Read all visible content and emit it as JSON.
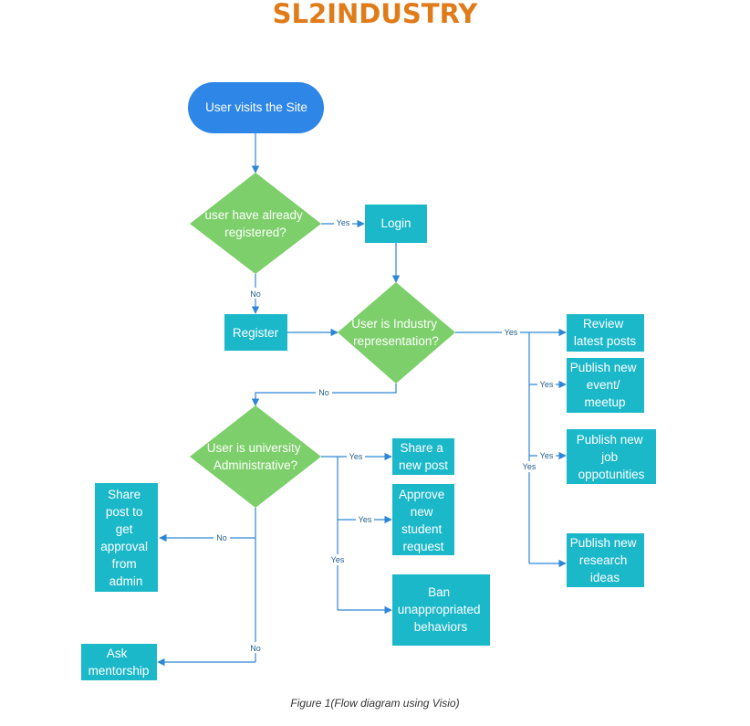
{
  "title": "SL2INDUSTRY",
  "caption": "Figure 1(Flow diagram using Visio)",
  "colors": {
    "title": "#e07b1a",
    "terminal": "#2e86e6",
    "decision": "#7ccf6a",
    "process": "#1bb8c9",
    "edge": "#2e86d6"
  },
  "nodes": {
    "start": {
      "lines": [
        "User visits the Site"
      ]
    },
    "registered": {
      "lines": [
        "user have already",
        "registered?"
      ]
    },
    "login": {
      "lines": [
        "Login"
      ]
    },
    "register": {
      "lines": [
        "Register"
      ]
    },
    "industry": {
      "lines": [
        "User is Industry",
        "representation?"
      ]
    },
    "review": {
      "lines": [
        "Review",
        "latest posts"
      ]
    },
    "event": {
      "lines": [
        "Publish new",
        "event/",
        "meetup"
      ]
    },
    "job": {
      "lines": [
        "Publish new",
        "job",
        "oppotunities"
      ]
    },
    "research": {
      "lines": [
        "Publish new",
        "research",
        "ideas"
      ]
    },
    "admin": {
      "lines": [
        "User is university",
        "Administrative?"
      ]
    },
    "share_post": {
      "lines": [
        "Share a",
        "new post"
      ]
    },
    "approve": {
      "lines": [
        "Approve",
        "new",
        "student",
        "request"
      ]
    },
    "ban": {
      "lines": [
        "Ban",
        "unappropriated",
        "behaviors"
      ]
    },
    "share_approval": {
      "lines": [
        "Share",
        "post to",
        "get",
        "approval",
        "from",
        "admin"
      ]
    },
    "mentorship": {
      "lines": [
        "Ask",
        "mentorship"
      ]
    }
  },
  "edge_labels": {
    "yes": "Yes",
    "no": "No"
  }
}
